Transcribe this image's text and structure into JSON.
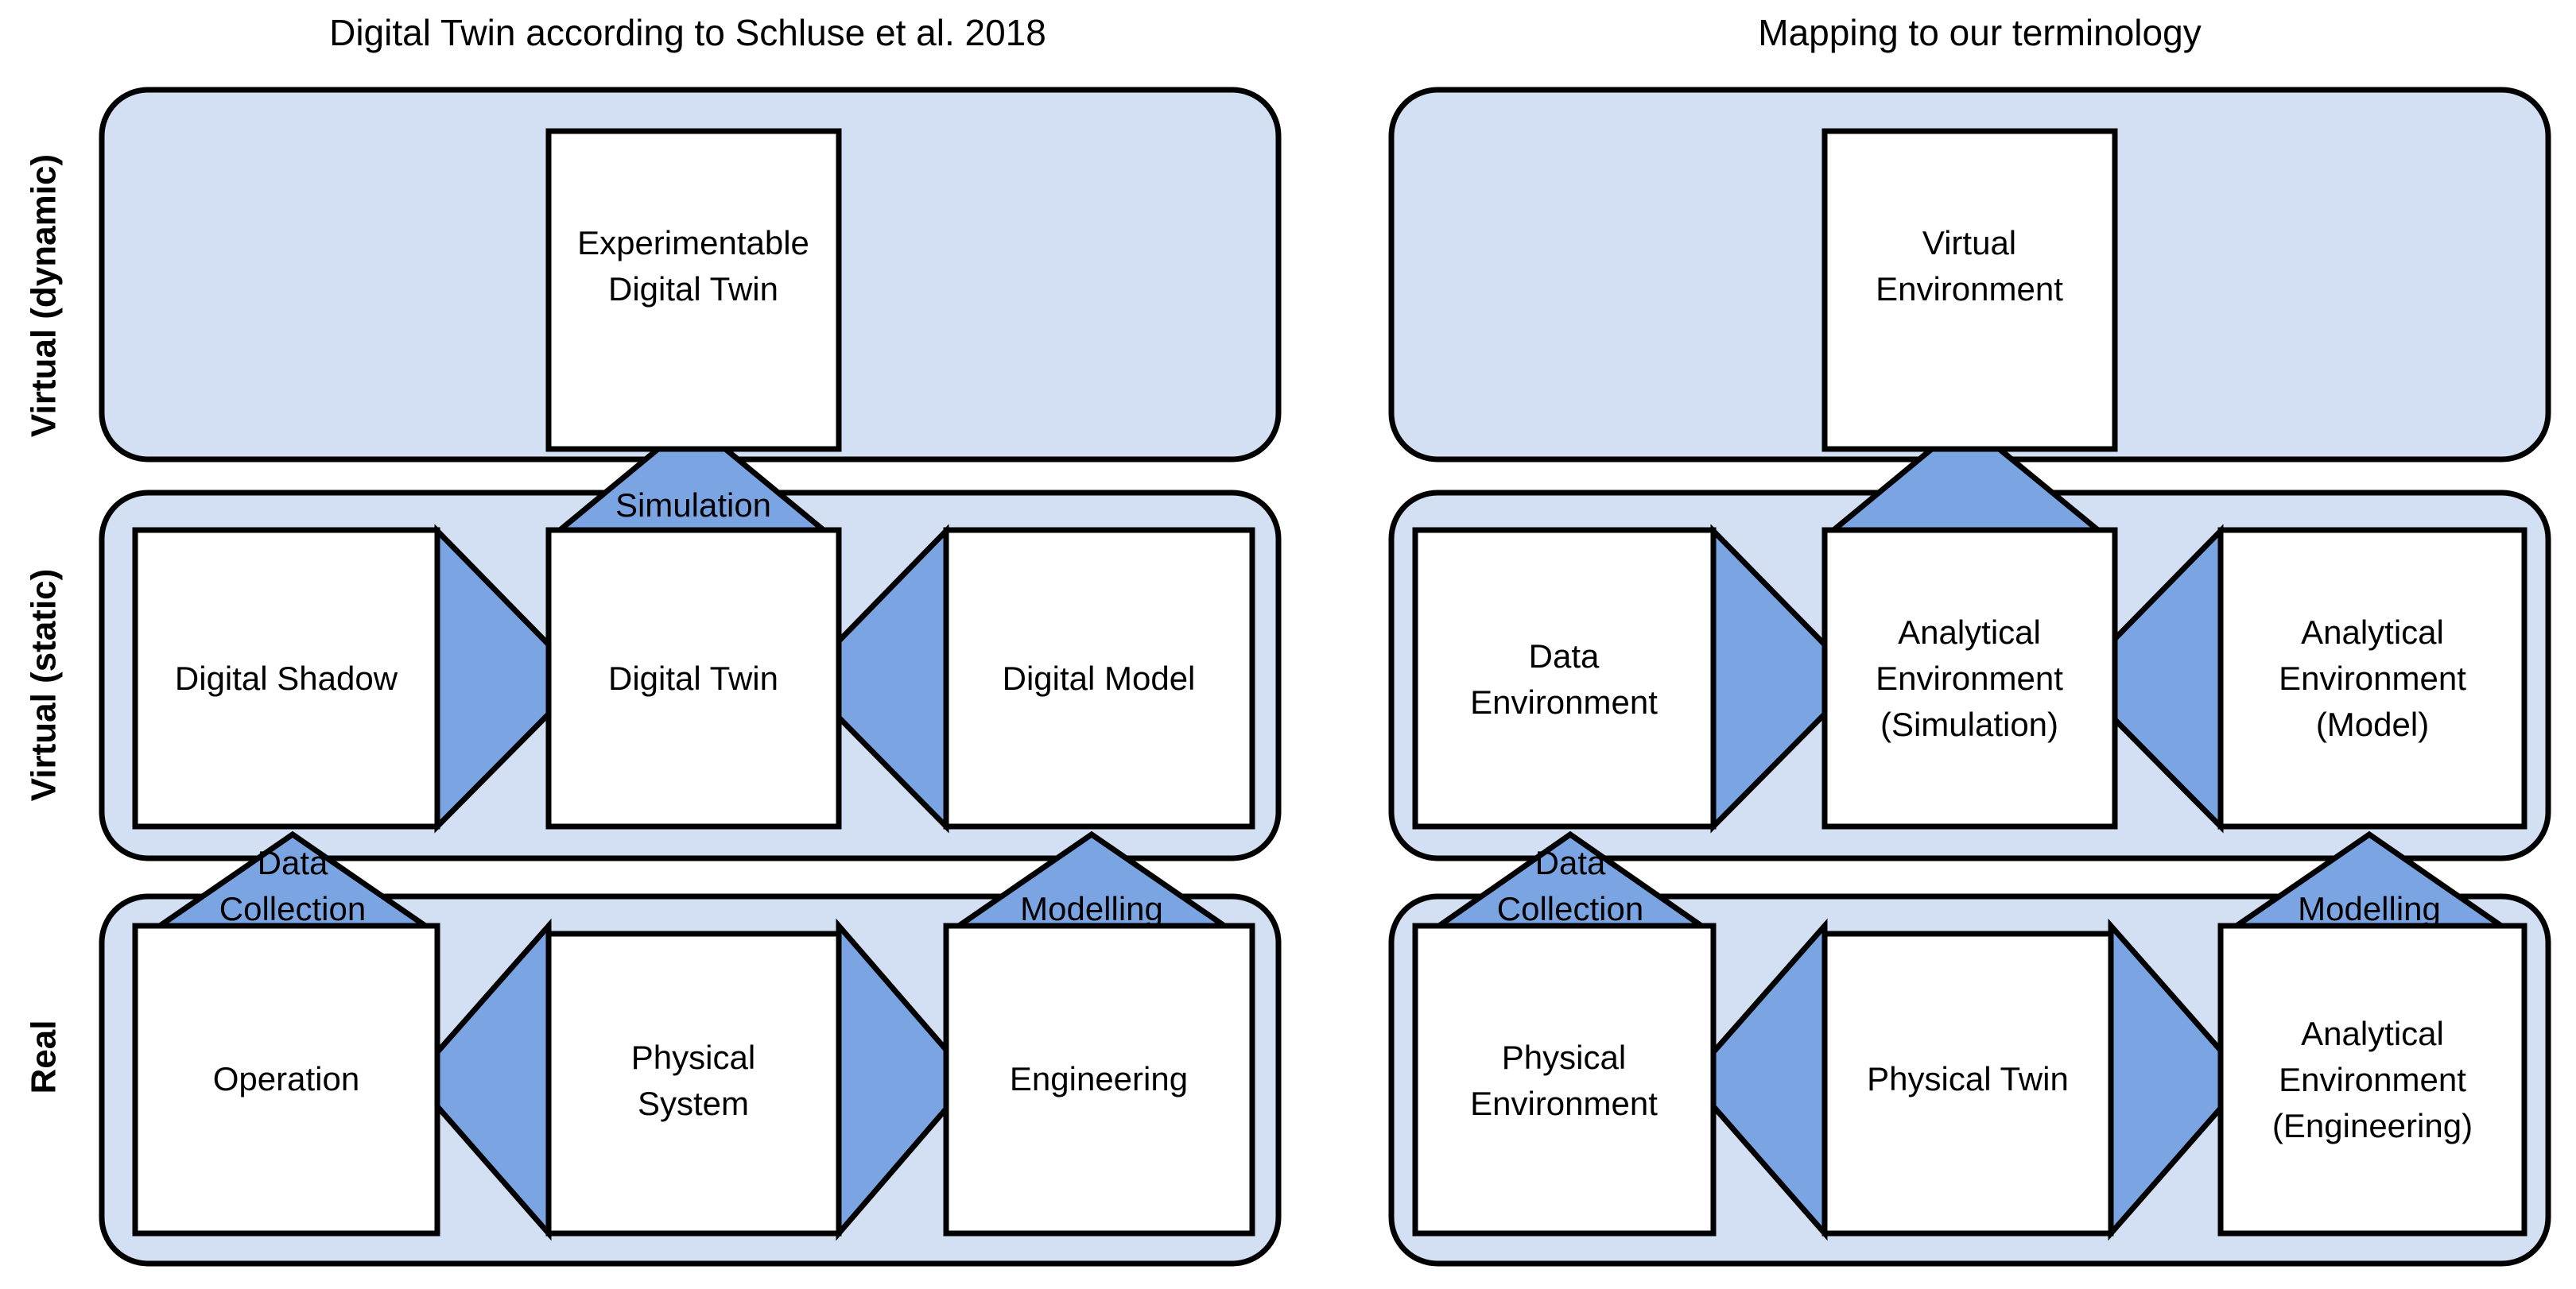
{
  "figure": {
    "background_color": "#FFFFFF",
    "zone_fill_color": "#D3DFF2",
    "triangle_fill_color": "#7BA4E3",
    "box_fill_color": "#FFFFFF",
    "stroke_color": "#000000"
  },
  "row_labels": [
    {
      "id": "virtual-dynamic",
      "label": "Virtual (dynamic)"
    },
    {
      "id": "virtual-static",
      "label": "Virtual (static)"
    },
    {
      "id": "real",
      "label": "Real"
    }
  ],
  "panels": [
    {
      "id": "schluse",
      "title": "Digital Twin according to Schluse et al. 2018",
      "rows": [
        {
          "id": "virtual-dynamic",
          "boxes": [
            {
              "id": "experimentable-digital-twin",
              "lines": [
                "Experimentable",
                "Digital Twin"
              ],
              "column": "center"
            }
          ]
        },
        {
          "id": "virtual-static",
          "boxes": [
            {
              "id": "digital-shadow",
              "lines": [
                "Digital Shadow"
              ],
              "column": "left"
            },
            {
              "id": "digital-twin",
              "lines": [
                "Digital Twin"
              ],
              "column": "center"
            },
            {
              "id": "digital-model",
              "lines": [
                "Digital Model"
              ],
              "column": "right"
            }
          ]
        },
        {
          "id": "real",
          "boxes": [
            {
              "id": "operation",
              "lines": [
                "Operation"
              ],
              "column": "left"
            },
            {
              "id": "physical-system",
              "lines": [
                "Physical",
                "System"
              ],
              "column": "center"
            },
            {
              "id": "engineering",
              "lines": [
                "Engineering"
              ],
              "column": "right"
            }
          ]
        }
      ],
      "connectors": [
        {
          "id": "simulation",
          "lines": [
            "Simulation"
          ],
          "direction": "up",
          "position": "center-top"
        },
        {
          "id": "shadow-to-twin",
          "lines": [],
          "direction": "right",
          "position": "mid-left-gap"
        },
        {
          "id": "model-to-twin",
          "lines": [],
          "direction": "left",
          "position": "mid-right-gap"
        },
        {
          "id": "data-collection",
          "lines": [
            "Data",
            "Collection"
          ],
          "direction": "up",
          "position": "left-column"
        },
        {
          "id": "modelling",
          "lines": [
            "Modelling"
          ],
          "direction": "up",
          "position": "right-column"
        },
        {
          "id": "system-to-operation",
          "lines": [],
          "direction": "left",
          "position": "real-left-gap"
        },
        {
          "id": "system-to-engineering",
          "lines": [],
          "direction": "right",
          "position": "real-right-gap"
        }
      ]
    },
    {
      "id": "our-terminology",
      "title": "Mapping to our terminology",
      "rows": [
        {
          "id": "virtual-dynamic",
          "boxes": [
            {
              "id": "virtual-environment",
              "lines": [
                "Virtual",
                "Environment"
              ],
              "column": "center"
            }
          ]
        },
        {
          "id": "virtual-static",
          "boxes": [
            {
              "id": "data-environment",
              "lines": [
                "Data",
                "Environment"
              ],
              "column": "left"
            },
            {
              "id": "analytical-environment-simulation",
              "lines": [
                "Analytical",
                "Environment",
                "(Simulation)"
              ],
              "column": "center"
            },
            {
              "id": "analytical-environment-model",
              "lines": [
                "Analytical",
                "Environment",
                "(Model)"
              ],
              "column": "right"
            }
          ]
        },
        {
          "id": "real",
          "boxes": [
            {
              "id": "physical-environment",
              "lines": [
                "Physical",
                "Environment"
              ],
              "column": "left"
            },
            {
              "id": "physical-twin",
              "lines": [
                "Physical Twin"
              ],
              "column": "center"
            },
            {
              "id": "analytical-environment-engineering",
              "lines": [
                "Analytical",
                "Environment",
                "(Engineering)"
              ],
              "column": "right"
            }
          ]
        }
      ],
      "connectors": [
        {
          "id": "simulation-unlabeled",
          "lines": [],
          "direction": "up",
          "position": "center-top"
        },
        {
          "id": "data-to-analytical",
          "lines": [],
          "direction": "right",
          "position": "mid-left-gap"
        },
        {
          "id": "model-to-analytical",
          "lines": [],
          "direction": "left",
          "position": "mid-right-gap"
        },
        {
          "id": "data-collection",
          "lines": [
            "Data",
            "Collection"
          ],
          "direction": "up",
          "position": "left-column"
        },
        {
          "id": "modelling",
          "lines": [
            "Modelling"
          ],
          "direction": "up",
          "position": "right-column"
        },
        {
          "id": "twin-to-physical",
          "lines": [],
          "direction": "left",
          "position": "real-left-gap"
        },
        {
          "id": "twin-to-analytical",
          "lines": [],
          "direction": "right",
          "position": "real-right-gap"
        }
      ]
    }
  ]
}
